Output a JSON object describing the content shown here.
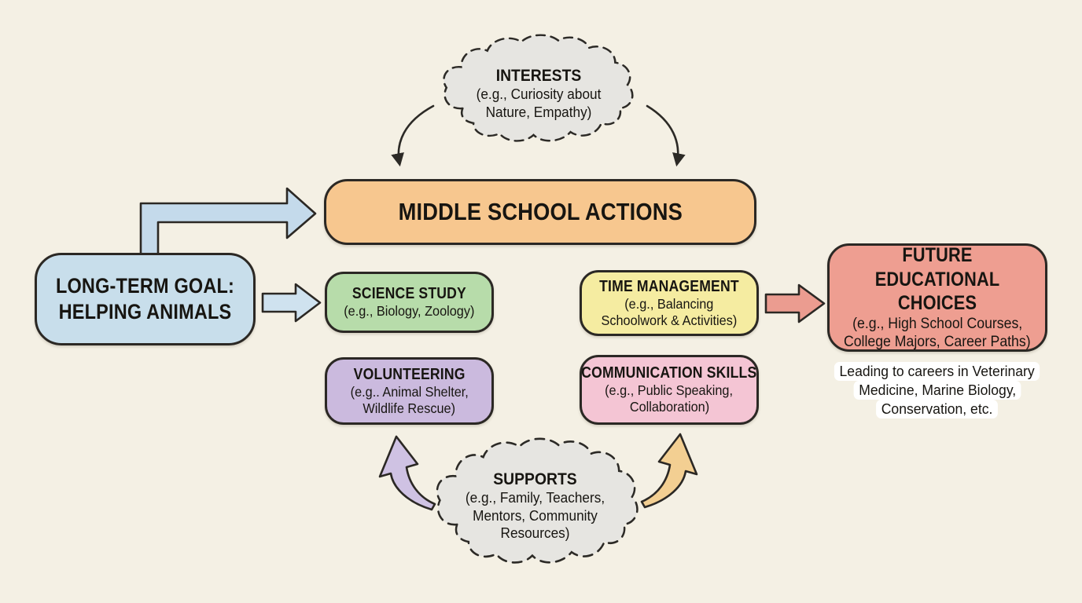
{
  "canvas": {
    "background": "#f4f0e4",
    "border_color": "#2b2824",
    "text_color": "#171511"
  },
  "clouds": {
    "interests": {
      "title": "INTERESTS",
      "sub1": "(e.g., Curiosity about",
      "sub2": "Nature, Empathy)",
      "fill": "#e6e5e1",
      "outline": "dashed"
    },
    "supports": {
      "title": "SUPPORTS",
      "sub1": "(e.g., Family, Teachers,",
      "sub2": "Mentors, Community",
      "sub3": "Resources)",
      "fill": "#e6e5e1",
      "outline": "dashed"
    }
  },
  "nodes": {
    "long_term_goal": {
      "line1": "LONG-TERM GOAL:",
      "line2": "HELPING ANIMALS",
      "fill": "#c8deeb"
    },
    "middle_school_actions": {
      "title": "MIDDLE SCHOOL ACTIONS",
      "fill": "#f7c78f"
    },
    "science_study": {
      "title": "SCIENCE STUDY",
      "sub1": "(e.g., Biology, Zoology)",
      "fill": "#b7dcaa"
    },
    "volunteering": {
      "title": "VOLUNTEERING",
      "sub1": "(e.g.. Animal Shelter,",
      "sub2": "Wildlife Rescue)",
      "fill": "#cbbade"
    },
    "time_management": {
      "title": "TIME MANAGEMENT",
      "sub1": "(e.g., Balancing",
      "sub2": "Schoolwork & Activities)",
      "fill": "#f5eca1"
    },
    "communication_skills": {
      "title": "COMMUNICATION SKILLS",
      "sub1": "(e.g., Public Speaking,",
      "sub2": "Collaboration)",
      "fill": "#f4c5d4"
    },
    "future_choices": {
      "line1": "FUTURE EDUCATIONAL",
      "line2": "CHOICES",
      "sub1": "(e.g., High School Courses,",
      "sub2": "College Majors, Career Paths)",
      "fill": "#ee9e91"
    }
  },
  "caption": {
    "line1": "Leading to careers in Veterinary",
    "line2": "Medicine, Marine Biology,",
    "line3": "Conservation, etc.",
    "highlight": "#ffffff"
  },
  "arrows": {
    "goal_to_actions": {
      "shape": "elbow-right-block-arrow",
      "fill": "#c4daeb"
    },
    "goal_to_science": {
      "shape": "right-block-arrow",
      "fill": "#cfe2ef"
    },
    "time_to_future": {
      "shape": "right-block-arrow",
      "fill": "#eb9c90"
    },
    "interests_to_actions_left": {
      "shape": "curved-line-arrow-down",
      "stroke": "#2c2a26"
    },
    "interests_to_actions_right": {
      "shape": "curved-line-arrow-down",
      "stroke": "#2c2a26"
    },
    "supports_to_volunteering": {
      "shape": "curved-block-arrow-up",
      "fill": "#cfc2e3"
    },
    "supports_to_communication": {
      "shape": "curved-block-arrow-up",
      "fill": "#f3cf92"
    }
  }
}
